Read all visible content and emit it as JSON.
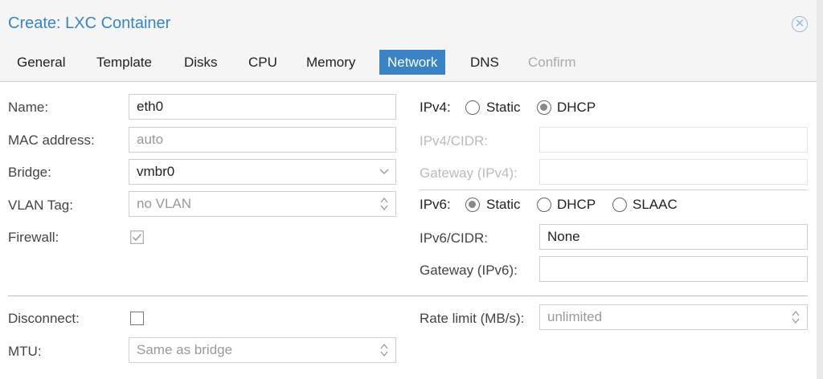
{
  "dialog": {
    "title": "Create: LXC Container"
  },
  "tabs": [
    {
      "label": "General"
    },
    {
      "label": "Template"
    },
    {
      "label": "Disks"
    },
    {
      "label": "CPU"
    },
    {
      "label": "Memory"
    },
    {
      "label": "Network"
    },
    {
      "label": "DNS"
    },
    {
      "label": "Confirm"
    }
  ],
  "active_tab": "Network",
  "left": {
    "name_label": "Name:",
    "name_value": "eth0",
    "mac_label": "MAC address:",
    "mac_placeholder": "auto",
    "bridge_label": "Bridge:",
    "bridge_value": "vmbr0",
    "vlan_label": "VLAN Tag:",
    "vlan_placeholder": "no VLAN",
    "firewall_label": "Firewall:",
    "firewall_checked": true,
    "disconnect_label": "Disconnect:",
    "disconnect_checked": false,
    "mtu_label": "MTU:",
    "mtu_placeholder": "Same as bridge"
  },
  "right": {
    "ipv4_label": "IPv4:",
    "ipv4_static": "Static",
    "ipv4_dhcp": "DHCP",
    "ipv4_selected": "DHCP",
    "ipv4_cidr_label": "IPv4/CIDR:",
    "gateway4_label": "Gateway (IPv4):",
    "ipv6_label": "IPv6:",
    "ipv6_static": "Static",
    "ipv6_dhcp": "DHCP",
    "ipv6_slaac": "SLAAC",
    "ipv6_selected": "Static",
    "ipv6_cidr_label": "IPv6/CIDR:",
    "ipv6_cidr_value": "None",
    "gateway6_label": "Gateway (IPv6):",
    "rate_label": "Rate limit (MB/s):",
    "rate_placeholder": "unlimited"
  },
  "colors": {
    "accent": "#3a84c6",
    "header_bg": "#f5f5f5"
  }
}
